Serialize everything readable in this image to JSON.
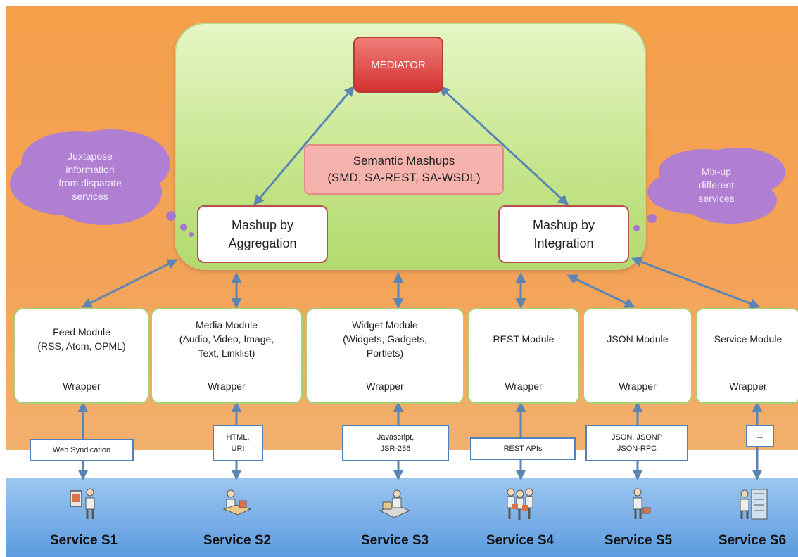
{
  "mediator": "MEDIATOR",
  "semantic": {
    "line1": "Semantic Mashups",
    "line2": "(SMD, SA-REST, SA-WSDL)"
  },
  "aggregation": {
    "line1": "Mashup by",
    "line2": "Aggregation"
  },
  "integration": {
    "line1": "Mashup by",
    "line2": "Integration"
  },
  "cloud_left": [
    "Juxtapose",
    "information",
    "from disparate",
    "services"
  ],
  "cloud_right": [
    "Mix-up",
    "different",
    "services"
  ],
  "modules": [
    {
      "lines": [
        "Feed Module",
        "(RSS, Atom, OPML)"
      ],
      "wrapper": "Wrapper"
    },
    {
      "lines": [
        "Media Module",
        "(Audio, Video, Image,",
        "Text, Linklist)"
      ],
      "wrapper": "Wrapper"
    },
    {
      "lines": [
        "Widget Module",
        "(Widgets, Gadgets,",
        "Portlets)"
      ],
      "wrapper": "Wrapper"
    },
    {
      "lines": [
        "REST Module"
      ],
      "wrapper": "Wrapper"
    },
    {
      "lines": [
        "JSON Module"
      ],
      "wrapper": "Wrapper"
    },
    {
      "lines": [
        "Service Module"
      ],
      "wrapper": "Wrapper"
    }
  ],
  "protocols": [
    [
      "Web Syndication"
    ],
    [
      "HTML,",
      "URI"
    ],
    [
      "Javascript,",
      "JSR-286"
    ],
    [
      "REST APIs"
    ],
    [
      "JSON, JSONP",
      "JSON-RPC"
    ],
    [
      "..."
    ]
  ],
  "services": [
    "Service S1",
    "Service S2",
    "Service S3",
    "Service S4",
    "Service S5",
    "Service S6"
  ],
  "colors": {
    "orange": "#f5a04a",
    "green": "#c4e48a",
    "mediator": "#d2322f",
    "arrow": "#5b86b4",
    "cloud": "#b07fd1"
  }
}
